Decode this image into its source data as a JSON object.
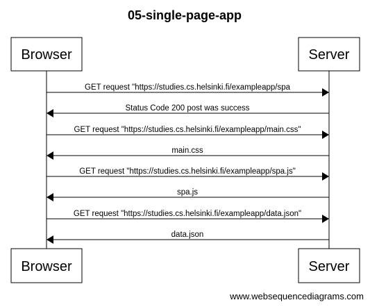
{
  "diagram": {
    "title": "05-single-page-app",
    "actors": [
      {
        "id": "browser",
        "label": "Browser"
      },
      {
        "id": "server",
        "label": "Server"
      }
    ],
    "messages": [
      {
        "from": "browser",
        "to": "server",
        "label": "GET request \"https://studies.cs.helsinki.fi/exampleapp/spa"
      },
      {
        "from": "server",
        "to": "browser",
        "label": "Status Code 200 post was success"
      },
      {
        "from": "browser",
        "to": "server",
        "label": "GET request \"https://studies.cs.helsinki.fi/exampleapp/main.css\""
      },
      {
        "from": "server",
        "to": "browser",
        "label": "main.css"
      },
      {
        "from": "browser",
        "to": "server",
        "label": "GET request \"https://studies.cs.helsinki.fi/exampleapp/spa.js\""
      },
      {
        "from": "server",
        "to": "browser",
        "label": "spa.js"
      },
      {
        "from": "browser",
        "to": "server",
        "label": "GET request \"https://studies.cs.helsinki.fi/exampleapp/data.json\""
      },
      {
        "from": "server",
        "to": "browser",
        "label": "data.json"
      }
    ],
    "watermark": "www.websequencediagrams.com"
  }
}
